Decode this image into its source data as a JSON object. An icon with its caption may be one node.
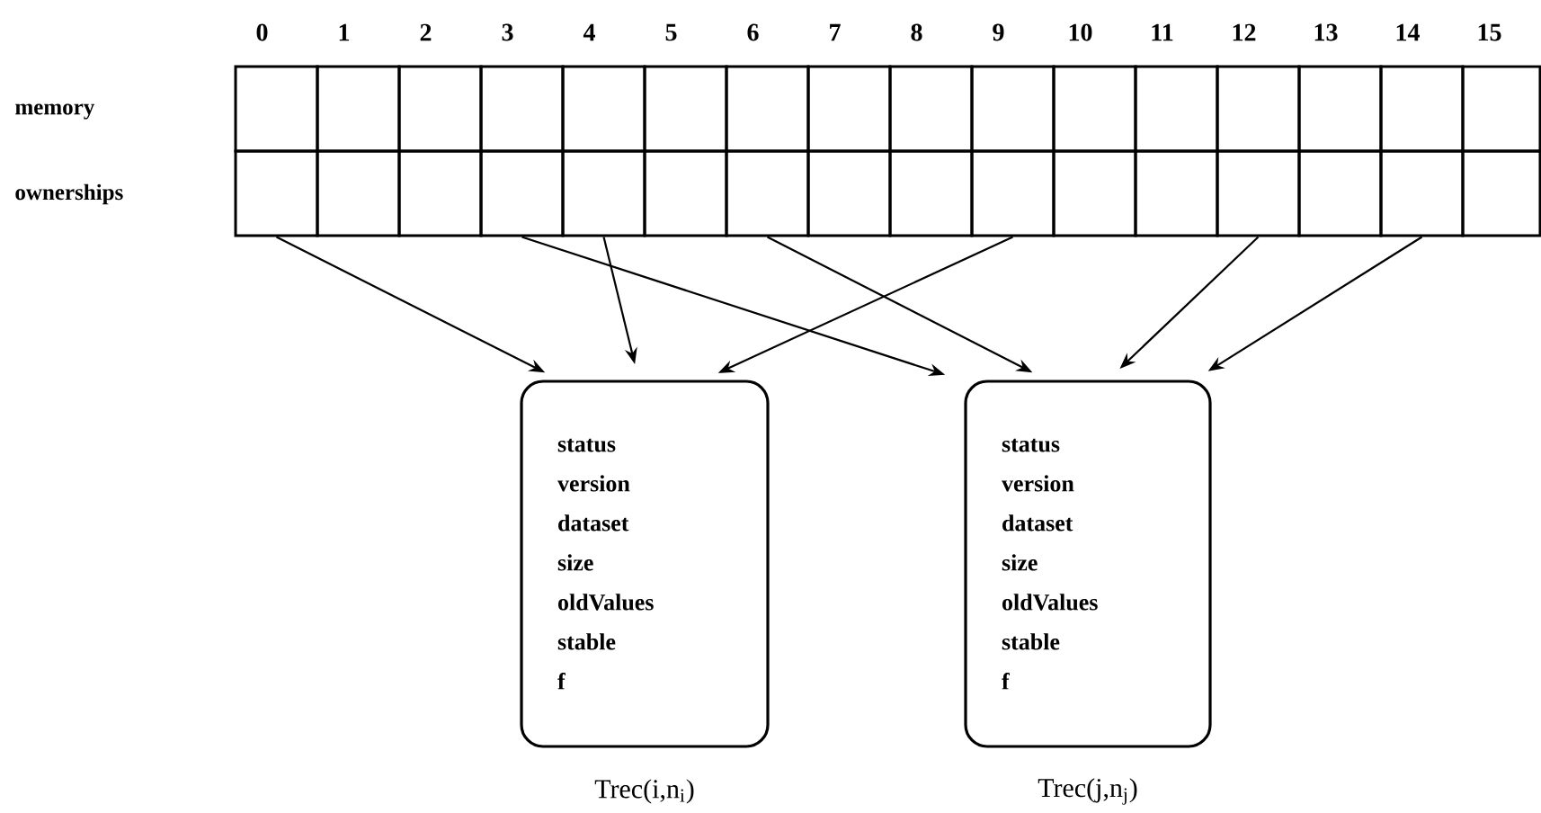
{
  "diagram": {
    "nodes": [
      {
        "text": [],
        "shape": "box"
      },
      {
        "text": [],
        "shape": "box"
      },
      {
        "text": [],
        "shape": "box"
      },
      {
        "text": [],
        "shape": "box"
      },
      {
        "text": [],
        "shape": "box"
      },
      {
        "text": [],
        "shape": "box"
      },
      {
        "text": [],
        "shape": "box"
      },
      {
        "text": [],
        "shape": "box"
      },
      {
        "text": [],
        "shape": "box"
      },
      {
        "text": [],
        "shape": "box"
      },
      {
        "text": [],
        "shape": "box"
      },
      {
        "text": [],
        "shape": "box"
      },
      {
        "text": [],
        "shape": "box"
      },
      {
        "text": [],
        "shape": "box"
      },
      {
        "text": [],
        "shape": "box"
      },
      {
        "text": [],
        "shape": "box"
      },
      {
        "text": [],
        "shape": "box"
      },
      {
        "text": [],
        "shape": "box"
      },
      {
        "text": [],
        "shape": "box"
      },
      {
        "text": [],
        "shape": "box"
      },
      {
        "text": [],
        "shape": "box"
      },
      {
        "text": [],
        "shape": "box"
      },
      {
        "text": [],
        "shape": "box"
      },
      {
        "text": [],
        "shape": "box"
      },
      {
        "text": [],
        "shape": "box"
      },
      {
        "text": [],
        "shape": "box"
      },
      {
        "text": [],
        "shape": "box"
      },
      {
        "text": [],
        "shape": "box"
      },
      {
        "text": [],
        "shape": "box"
      },
      {
        "text": [],
        "shape": "box"
      },
      {
        "text": [],
        "shape": "box"
      },
      {
        "text": [],
        "shape": "box"
      },
      {
        "text": [
          "status",
          "version",
          "dataset",
          "size",
          "oldValues",
          "stable",
          "f"
        ],
        "beside": [
          "Trec(i,n$_{i}$)"
        ]
      },
      {
        "text": [
          "status",
          "version",
          "dataset",
          "size",
          "oldValues",
          "stable",
          "f"
        ],
        "beside": [
          "Trec(j,n$_{j}$)"
        ]
      }
    ],
    "edges": [
      {
        "from": 16,
        "to": 32,
        "arrow": "to"
      },
      {
        "from": 19,
        "to": 33,
        "arrow": "to"
      },
      {
        "from": 20,
        "to": 32,
        "arrow": "to"
      },
      {
        "from": 22,
        "to": 33,
        "arrow": "to"
      },
      {
        "from": 25,
        "to": 32,
        "arrow": "to"
      },
      {
        "from": 28,
        "to": 33,
        "arrow": "to"
      },
      {
        "from": 30,
        "to": 33,
        "arrow": "to"
      }
    ],
    "labels": [
      "0",
      "1",
      "2",
      "3",
      "4",
      "5",
      "6",
      "7",
      "8",
      "9",
      "10",
      "11",
      "12",
      "13",
      "14",
      "15",
      "memory",
      "ownerships"
    ]
  }
}
